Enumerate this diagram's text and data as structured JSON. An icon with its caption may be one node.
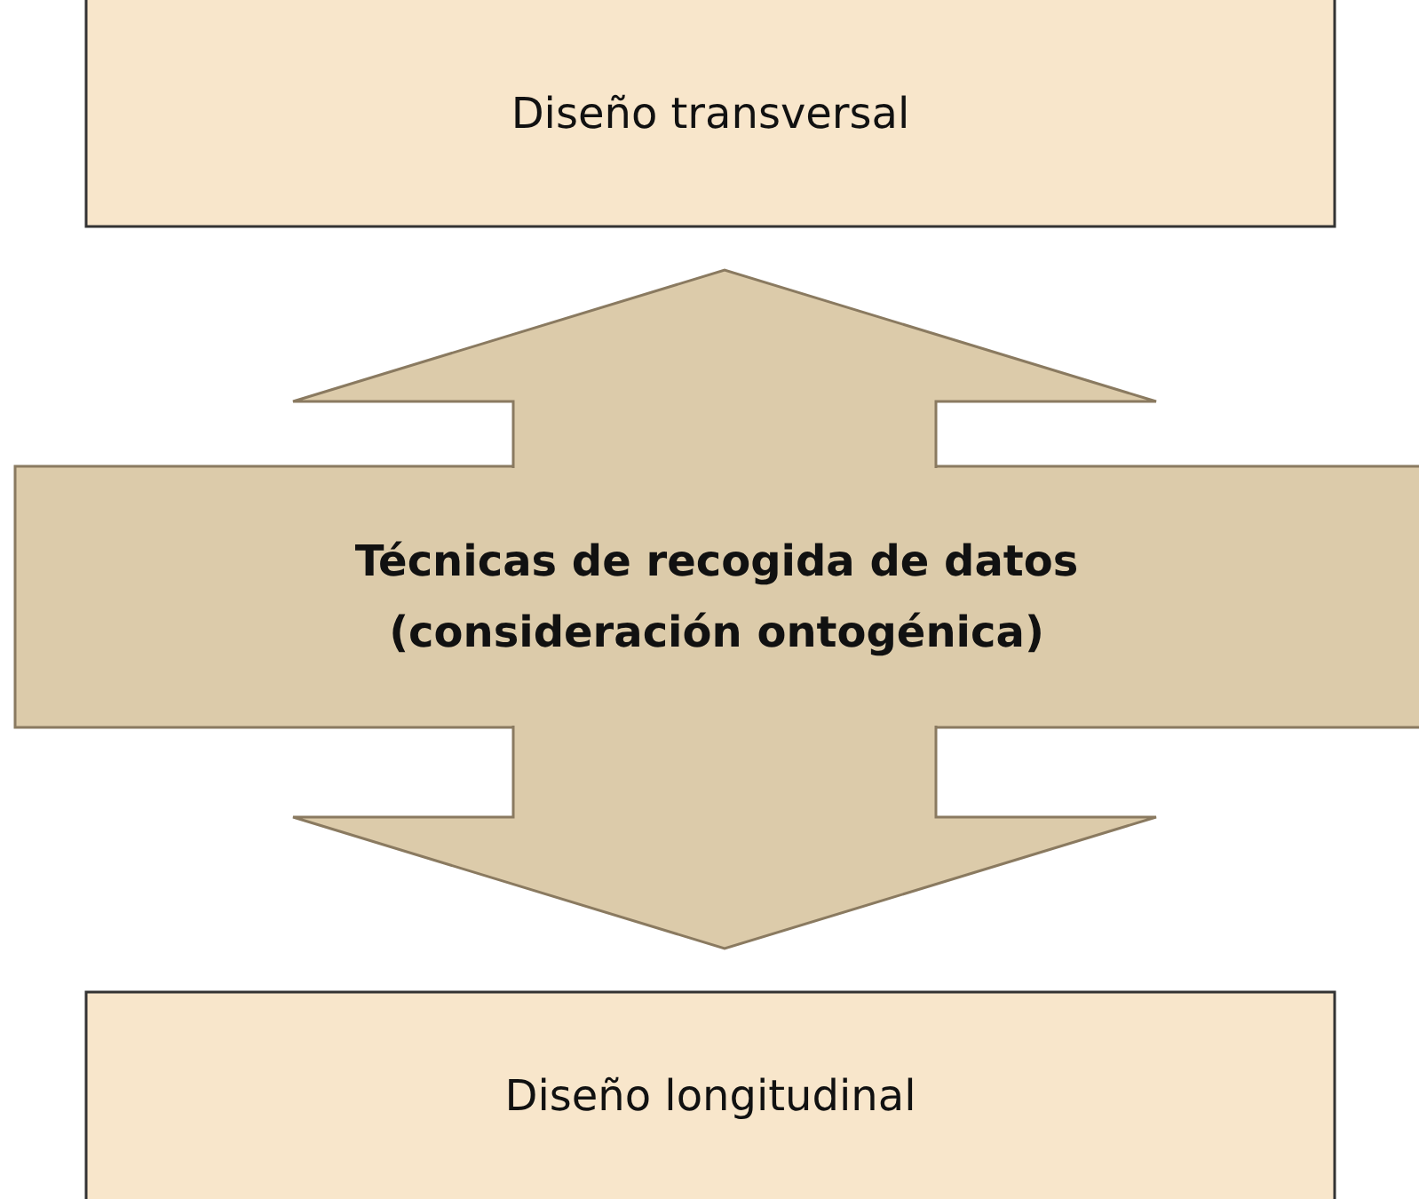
{
  "diagram": {
    "nodes": [
      {
        "text": [
          "Diseño transversal"
        ]
      },
      {
        "text": [
          "Técnicas de recogida de datos (consideración ontogénica)"
        ]
      },
      {
        "text": [
          "Diseño longitudinal"
        ]
      }
    ],
    "edges": [
      {
        "from": 1,
        "to": 0,
        "arrow": "to"
      },
      {
        "from": 1,
        "to": 2,
        "arrow": "to"
      }
    ]
  }
}
